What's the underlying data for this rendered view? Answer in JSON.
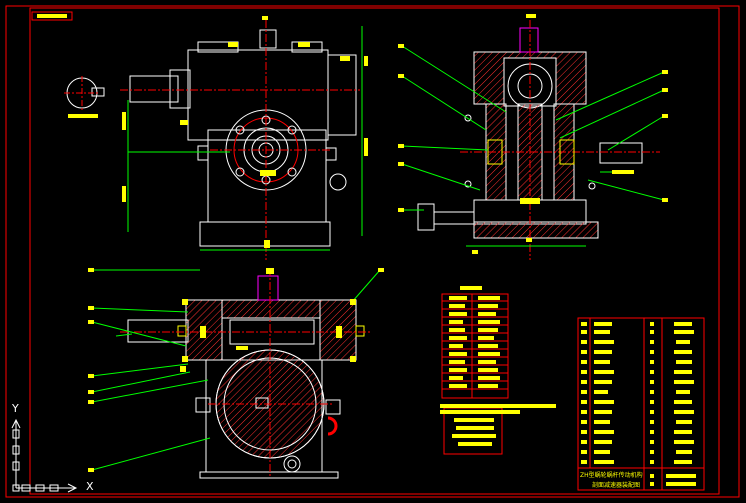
{
  "drawing": {
    "title_line_1": "ZH型蜗轮蜗杆传动机构",
    "title_line_2": "剖面减速器装配图"
  },
  "ucs": {
    "x_label": "X",
    "y_label": "Y"
  },
  "colors": {
    "background": "#000000",
    "frame": "#ff0000",
    "outline": "#ffffff",
    "leader": "#00ff00",
    "label": "#ffff00",
    "hatch": "#ff3030",
    "center": "#ff0000",
    "part": "#ff00ff"
  }
}
